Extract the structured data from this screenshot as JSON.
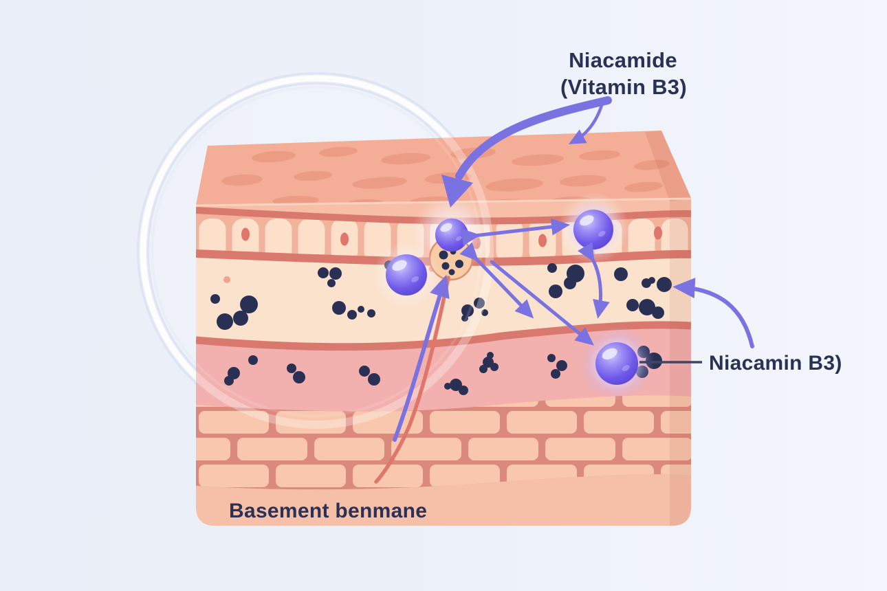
{
  "title": {
    "line1": "Niacamide",
    "line2": "(Vitamin B3)"
  },
  "labels": {
    "molecule": "Niacamin B3)",
    "basement": "Basement benmane"
  },
  "colors": {
    "background": "#edf1f9",
    "text_navy": "#2b3156",
    "accent_purple": "#7b72e2",
    "connector": "#3f4569",
    "skin_surface": "#f4ae97",
    "surface_spot": "#ec9c84",
    "skin_light_band": "#f7bfa7",
    "cell_band": "#f3b29a",
    "cell_fill": "#fce0ca",
    "cell_nucleus": "#e0756c",
    "epidermis_cream": "#fbe2cc",
    "dermis_pink": "#f2b0ae",
    "brick_grout": "#dc897d",
    "brick_fill": "#f8c7ae",
    "separator_red": "#d9796e",
    "follicle_red": "#df756b",
    "melanin": "#2a3054",
    "molecule_purple": "#6f5ce9",
    "ring": "#dfe4f3"
  }
}
